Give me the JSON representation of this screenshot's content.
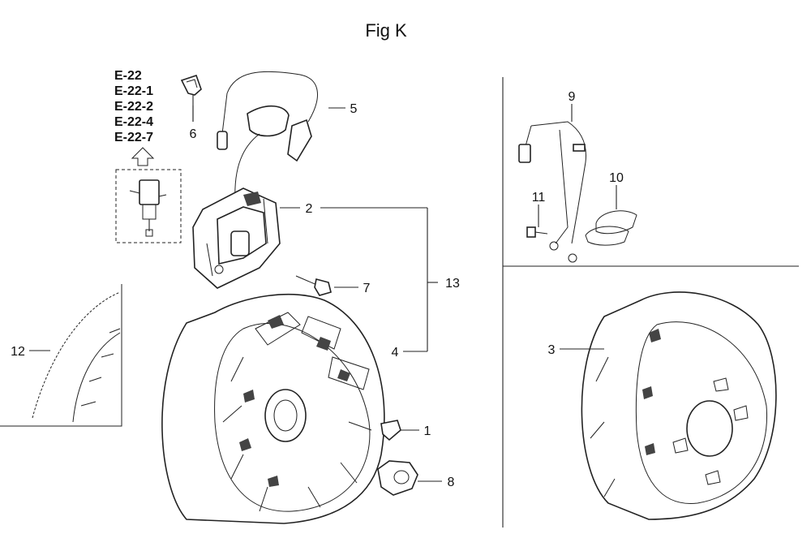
{
  "figure": {
    "title": "Fig K"
  },
  "references": [
    "E-22",
    "E-22-1",
    "E-22-2",
    "E-22-4",
    "E-22-7"
  ],
  "callouts": {
    "c1": "1",
    "c2": "2",
    "c3": "3",
    "c4": "4",
    "c5": "5",
    "c6": "6",
    "c7": "7",
    "c8": "8",
    "c9": "9",
    "c10": "10",
    "c11": "11",
    "c12": "12",
    "c13": "13"
  },
  "icons": [
    "flywheel",
    "ignition-coil",
    "spark-plug-cap",
    "clip",
    "bolt",
    "nut",
    "key",
    "ring-gear",
    "wire-harness",
    "clamp"
  ]
}
